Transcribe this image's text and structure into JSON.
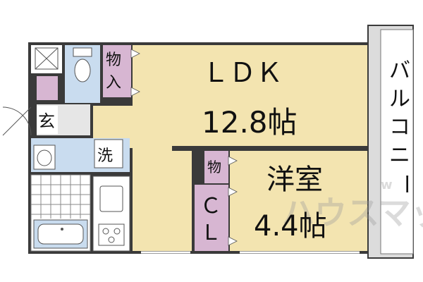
{
  "rooms": {
    "ldk": {
      "name": "ＬＤＫ",
      "size": "12.8帖"
    },
    "western": {
      "name": "洋室",
      "size": "4.4帖"
    },
    "balcony": {
      "name": "バルコニー"
    },
    "closet": {
      "name": "ＣＬ"
    },
    "storage_top": {
      "name": "物入"
    },
    "storage_small": {
      "name": "物"
    },
    "entrance": {
      "name": "玄"
    },
    "washer": {
      "name": "洗"
    }
  },
  "watermark": {
    "main": "ハウスマップ",
    "small": "w"
  },
  "colors": {
    "ldk": "#f3e4b0",
    "western": "#f3e4b0",
    "closet": "#d7b6d2",
    "wet": "#c9dcef",
    "floor_tile": "#ffffff",
    "entrance": "#e6e6e6",
    "balcony": "#dcdcdc",
    "wall": "#3a3a3a"
  }
}
